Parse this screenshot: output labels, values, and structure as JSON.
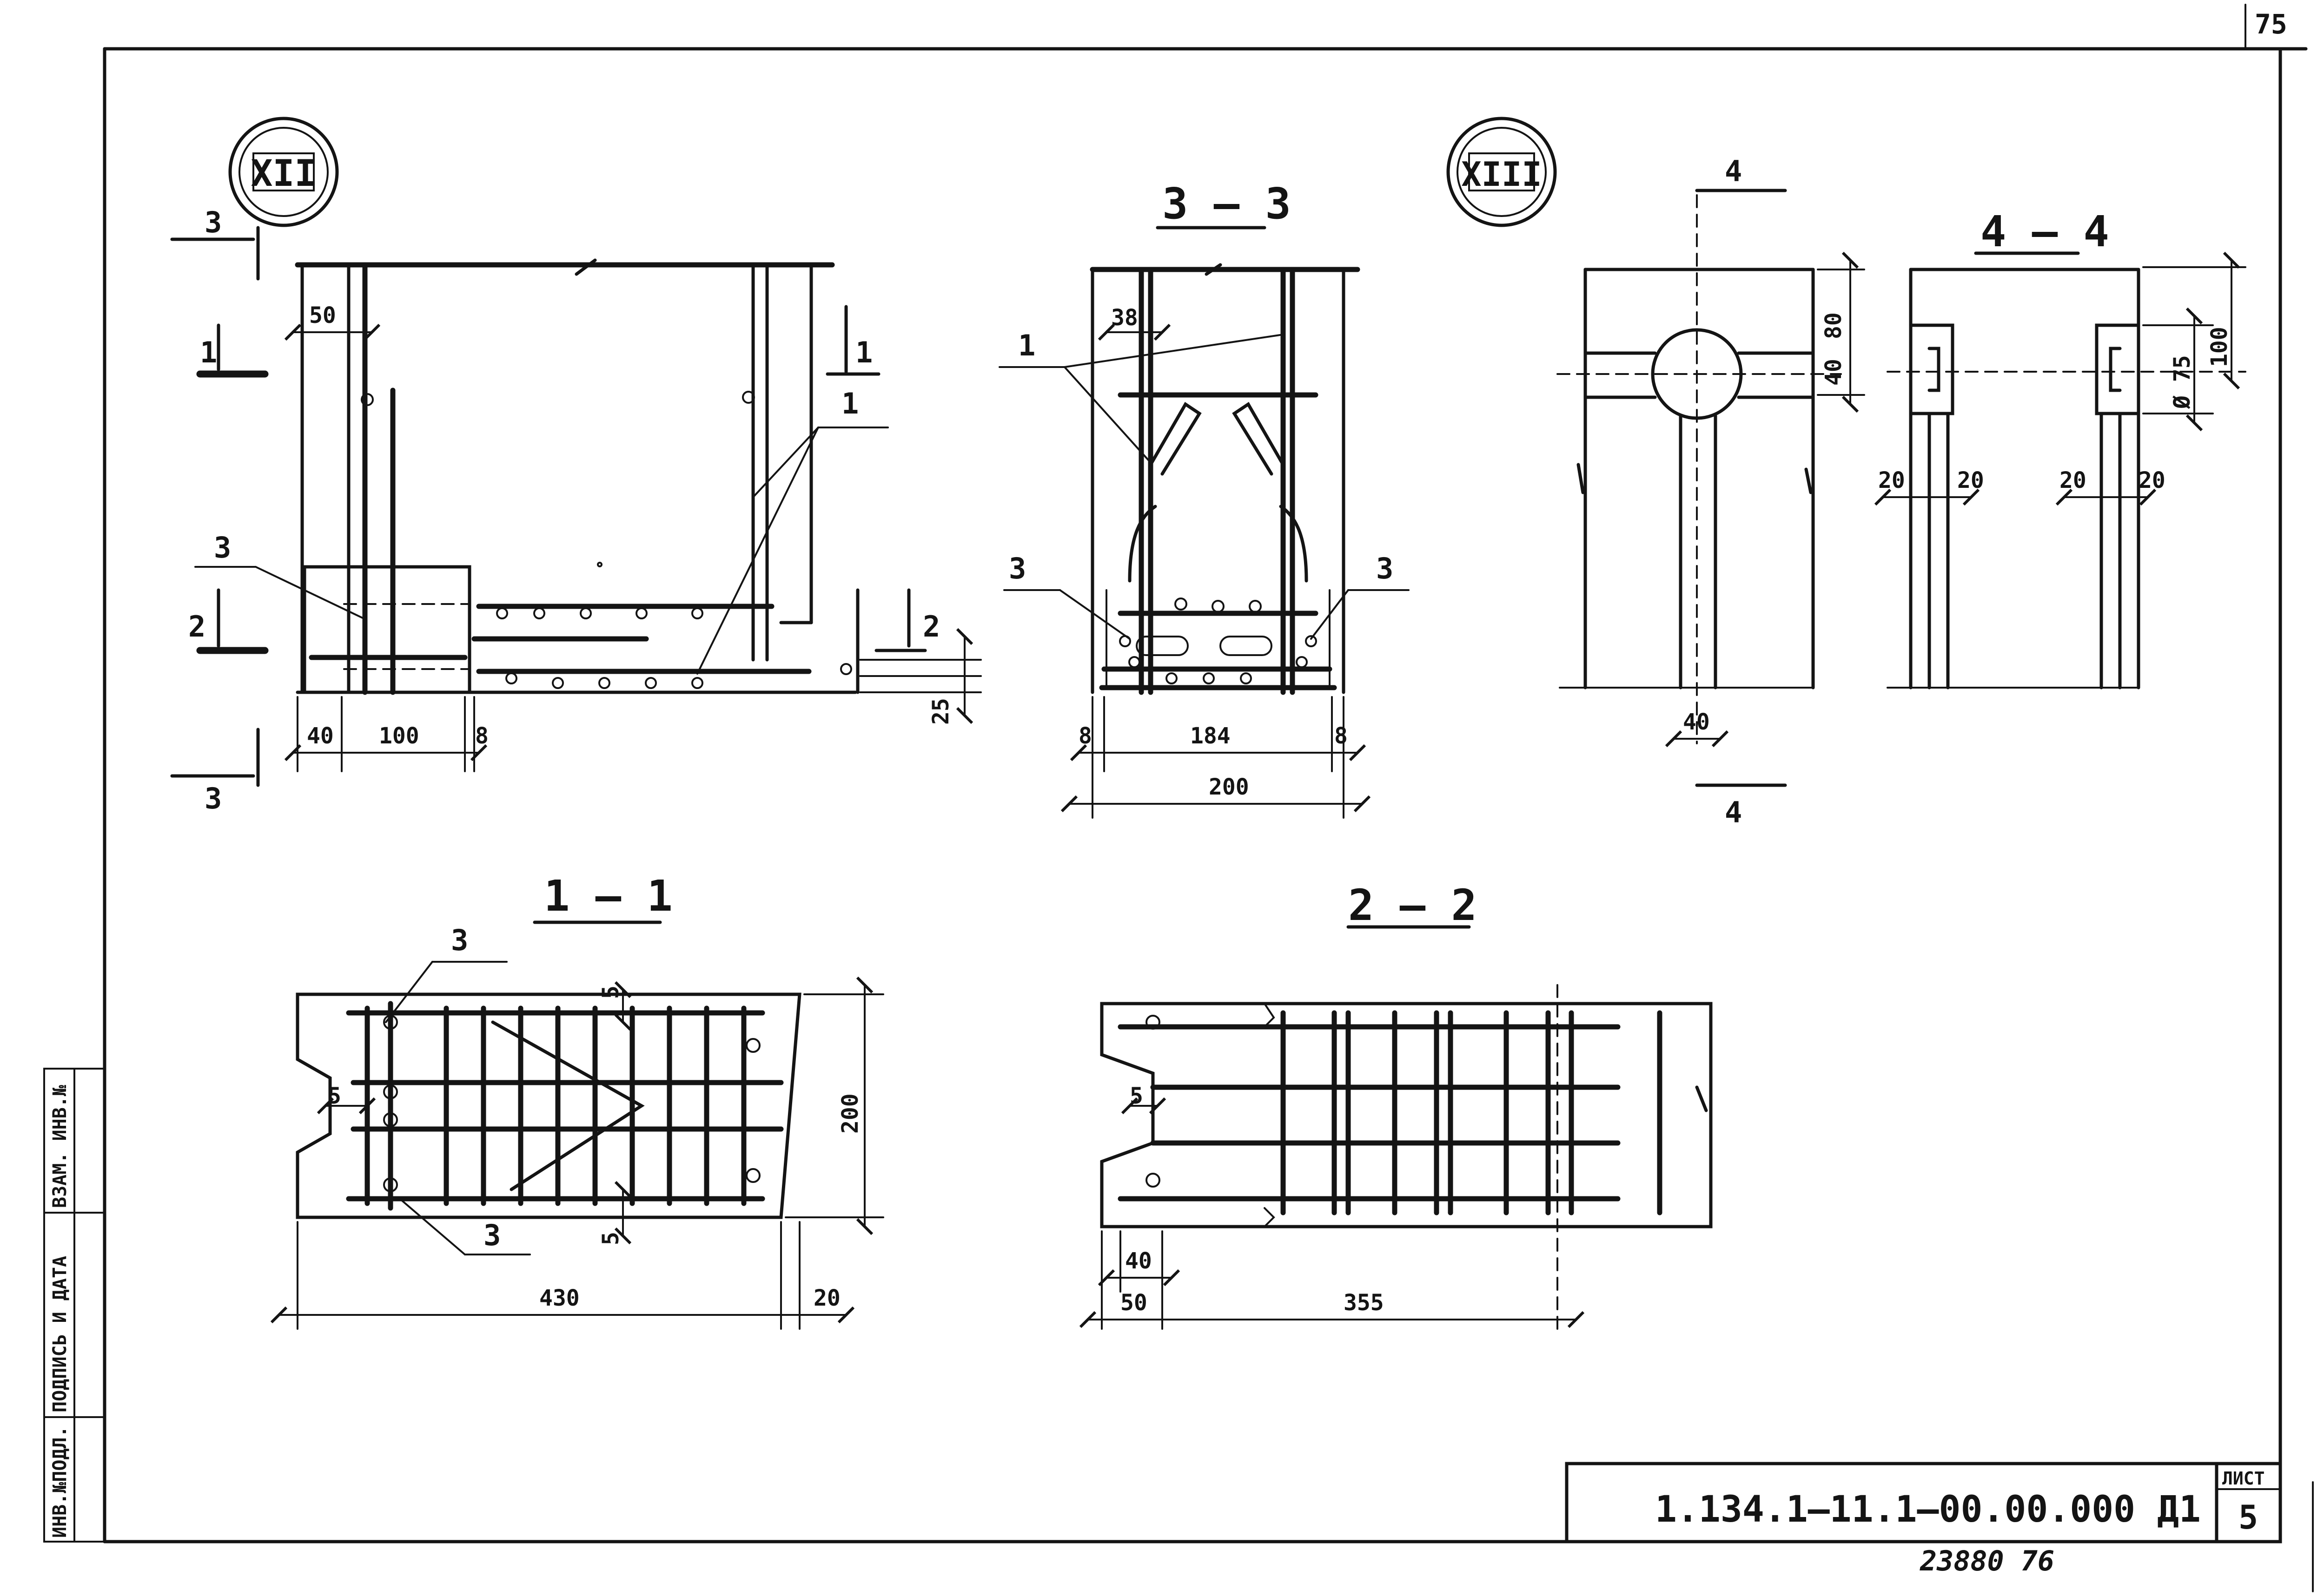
{
  "sheet": {
    "corner_number": "75",
    "stamp_code": "1.134.1–11.1–00.00.000 Д1",
    "sheet_label": "ЛИСТ",
    "sheet_number": "5",
    "bottom_number": "23880  76"
  },
  "side_stamp": {
    "cells": [
      "ИНВ.№ПОДЛ.",
      "ПОДПИСЬ И ДАТА",
      "ВЗАМ. ИНВ.№"
    ]
  },
  "node_xii": {
    "badge": "XII",
    "cut_mark_3": "3",
    "cut_mark_1": "1",
    "cut_mark_2": "2",
    "callout_1": "1",
    "callout_3": "3",
    "dims": [
      "50",
      "40",
      "100",
      "8",
      "25"
    ]
  },
  "section_3_3": {
    "title": "3 — 3",
    "callout_1": "1",
    "callout_3": "3",
    "dims": [
      "38",
      "8",
      "184",
      "8",
      "200"
    ]
  },
  "node_xiii": {
    "badge": "XIII",
    "cut_mark": "4",
    "dims": [
      "80",
      "40",
      "40"
    ]
  },
  "section_4_4": {
    "title": "4 — 4",
    "dims": [
      "100",
      "Ø 75",
      "20",
      "20",
      "20",
      "20"
    ]
  },
  "section_1_1": {
    "title": "1 — 1",
    "callout_3": "3",
    "dims": [
      "5",
      "5",
      "5",
      "200",
      "430",
      "20"
    ]
  },
  "section_2_2": {
    "title": "2 — 2",
    "dims": [
      "5",
      "40",
      "50",
      "355"
    ]
  }
}
